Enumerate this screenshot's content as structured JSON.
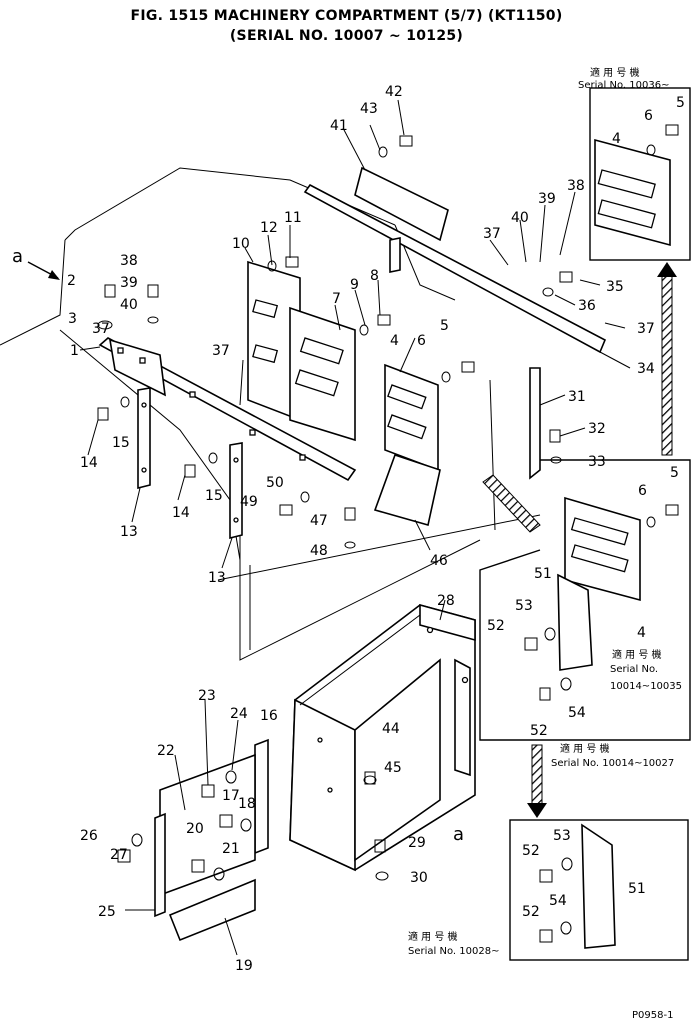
{
  "title": {
    "line1": "FIG. 1515  MACHINERY COMPARTMENT (5/7) (KT1150)",
    "line2": "(SERIAL NO. 10007 ~ 10125)"
  },
  "serial_notes": {
    "top_right": {
      "jp": "適 用 号 機",
      "serial": "Serial No. 10036~"
    },
    "middle_right": {
      "jp": "適 用 号 機",
      "serial": "Serial No.",
      "range": "10014~10035"
    },
    "arrow_note": {
      "jp": "適 用 号 機",
      "serial": "Serial No. 10014~10027"
    },
    "bottom_right": {
      "jp": "適 用 号 機",
      "serial": "Serial No. 10028~"
    }
  },
  "view_markers": {
    "a_left": "a",
    "a_bottom": "a"
  },
  "callouts": {
    "c1": "1",
    "c2": "2",
    "c3": "3",
    "c4": "4",
    "c4b": "4",
    "c4c": "4",
    "c5": "5",
    "c5b": "5",
    "c5c": "5",
    "c6": "6",
    "c6b": "6",
    "c6c": "6",
    "c7": "7",
    "c8": "8",
    "c9": "9",
    "c10": "10",
    "c11": "11",
    "c12": "12",
    "c13": "13",
    "c13b": "13",
    "c14": "14",
    "c14b": "14",
    "c15": "15",
    "c15b": "15",
    "c16": "16",
    "c17": "17",
    "c18": "18",
    "c19": "19",
    "c20": "20",
    "c21": "21",
    "c22": "22",
    "c23": "23",
    "c24": "24",
    "c25": "25",
    "c26": "26",
    "c27": "27",
    "c28": "28",
    "c29": "29",
    "c30": "30",
    "c31": "31",
    "c32": "32",
    "c33": "33",
    "c34": "34",
    "c35": "35",
    "c36": "36",
    "c37": "37",
    "c37b": "37",
    "c37c": "37",
    "c37d": "37",
    "c38": "38",
    "c38b": "38",
    "c39": "39",
    "c39b": "39",
    "c40": "40",
    "c40b": "40",
    "c41": "41",
    "c42": "42",
    "c43": "43",
    "c44": "44",
    "c45": "45",
    "c46": "46",
    "c47": "47",
    "c48": "48",
    "c49": "49",
    "c50": "50",
    "c51": "51",
    "c51b": "51",
    "c52": "52",
    "c52b": "52",
    "c52c": "52",
    "c52d": "52",
    "c53": "53",
    "c53b": "53",
    "c54": "54",
    "c54b": "54"
  },
  "page_ref": "P0958-1"
}
